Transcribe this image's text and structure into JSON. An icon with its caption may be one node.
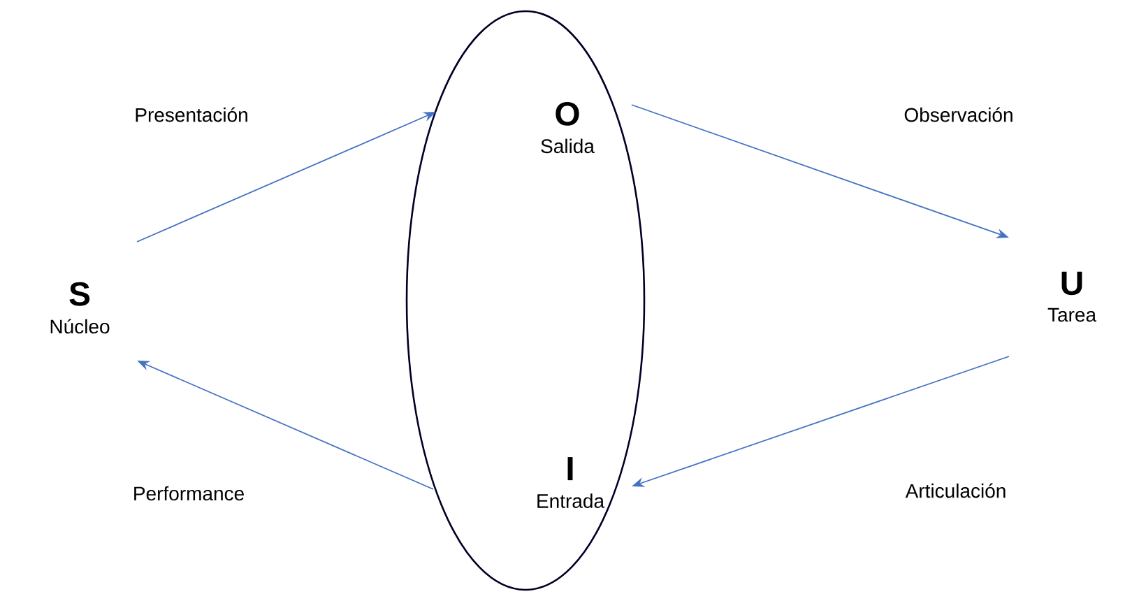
{
  "diagram": {
    "nodes": [
      {
        "text": [
          "S",
          "Núcleo"
        ]
      },
      {
        "text": [],
        "shape": "ellipse"
      },
      {
        "text": [
          "O",
          "Salida"
        ],
        "in": 1
      },
      {
        "text": [
          "I",
          "Entrada"
        ],
        "in": 1
      },
      {
        "text": [
          "U",
          "Tarea"
        ]
      }
    ],
    "edges": [
      {
        "from": 0,
        "to": 1,
        "arrow": "to",
        "label": "Presentación"
      },
      {
        "from": 1,
        "to": 4,
        "arrow": "to",
        "label": "Observación"
      },
      {
        "from": 4,
        "to": 1,
        "arrow": "to",
        "label": "Articulación"
      },
      {
        "from": 1,
        "to": 0,
        "arrow": "to",
        "label": "Performance"
      }
    ]
  }
}
